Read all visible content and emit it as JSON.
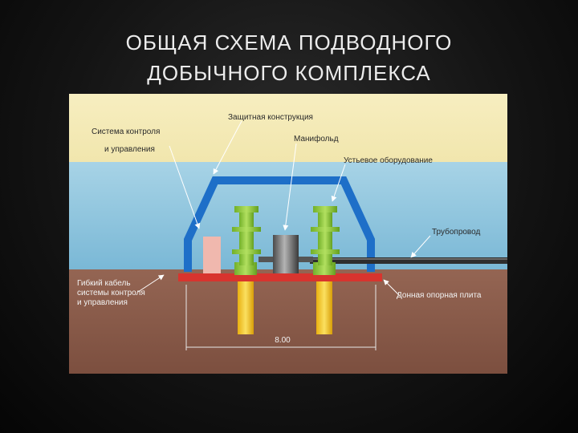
{
  "slide": {
    "title_line1": "ОБЩАЯ СХЕМА ПОДВОДНОГО",
    "title_line2": "ДОБЫЧНОГО КОМПЛЕКСА"
  },
  "diagram": {
    "labels": {
      "control_system_line1": "Система контроля",
      "control_system_line2": "и управления",
      "protective_structure": "Защитная конструкция",
      "manifold": "Манифольд",
      "wellhead_equipment": "Устьевое оборудование",
      "pipeline": "Трубопровод",
      "flex_cable_line1": "Гибкий кабель",
      "flex_cable_line2": "системы контроля",
      "flex_cable_line3": "и управления",
      "base_plate": "Донная опорная плита",
      "dimension": "8.00"
    },
    "colors": {
      "sky": "#f6edb8",
      "sea": "#8ec6e0",
      "seabed": "#8a5a48",
      "structure": "#1e6fc8",
      "plate": "#d8342e",
      "wellhead": "#8cc83c",
      "pile": "#f2c21c",
      "manifold": "#777777",
      "control_module": "#f0b8ae",
      "pipeline": "#333333"
    }
  }
}
